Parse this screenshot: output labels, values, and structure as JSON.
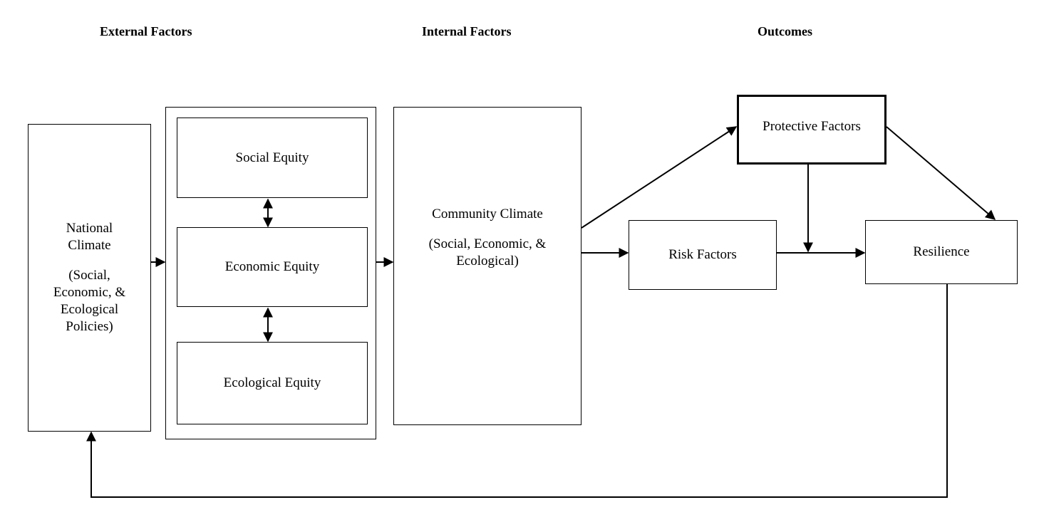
{
  "headers": {
    "external": "External Factors",
    "internal": "Internal Factors",
    "outcomes": "Outcomes"
  },
  "nodes": {
    "national": {
      "line1": "National",
      "line2": "Climate",
      "line3": "(Social,",
      "line4": "Economic, &",
      "line5": "Ecological",
      "line6": "Policies)"
    },
    "social_equity": "Social Equity",
    "economic_equity": "Economic Equity",
    "ecological_equity": "Ecological Equity",
    "community": {
      "line1": "Community Climate",
      "line2": "(Social, Economic, &",
      "line3": "Ecological)"
    },
    "protective_factors": "Protective Factors",
    "risk_factors": "Risk Factors",
    "resilience": "Resilience"
  }
}
